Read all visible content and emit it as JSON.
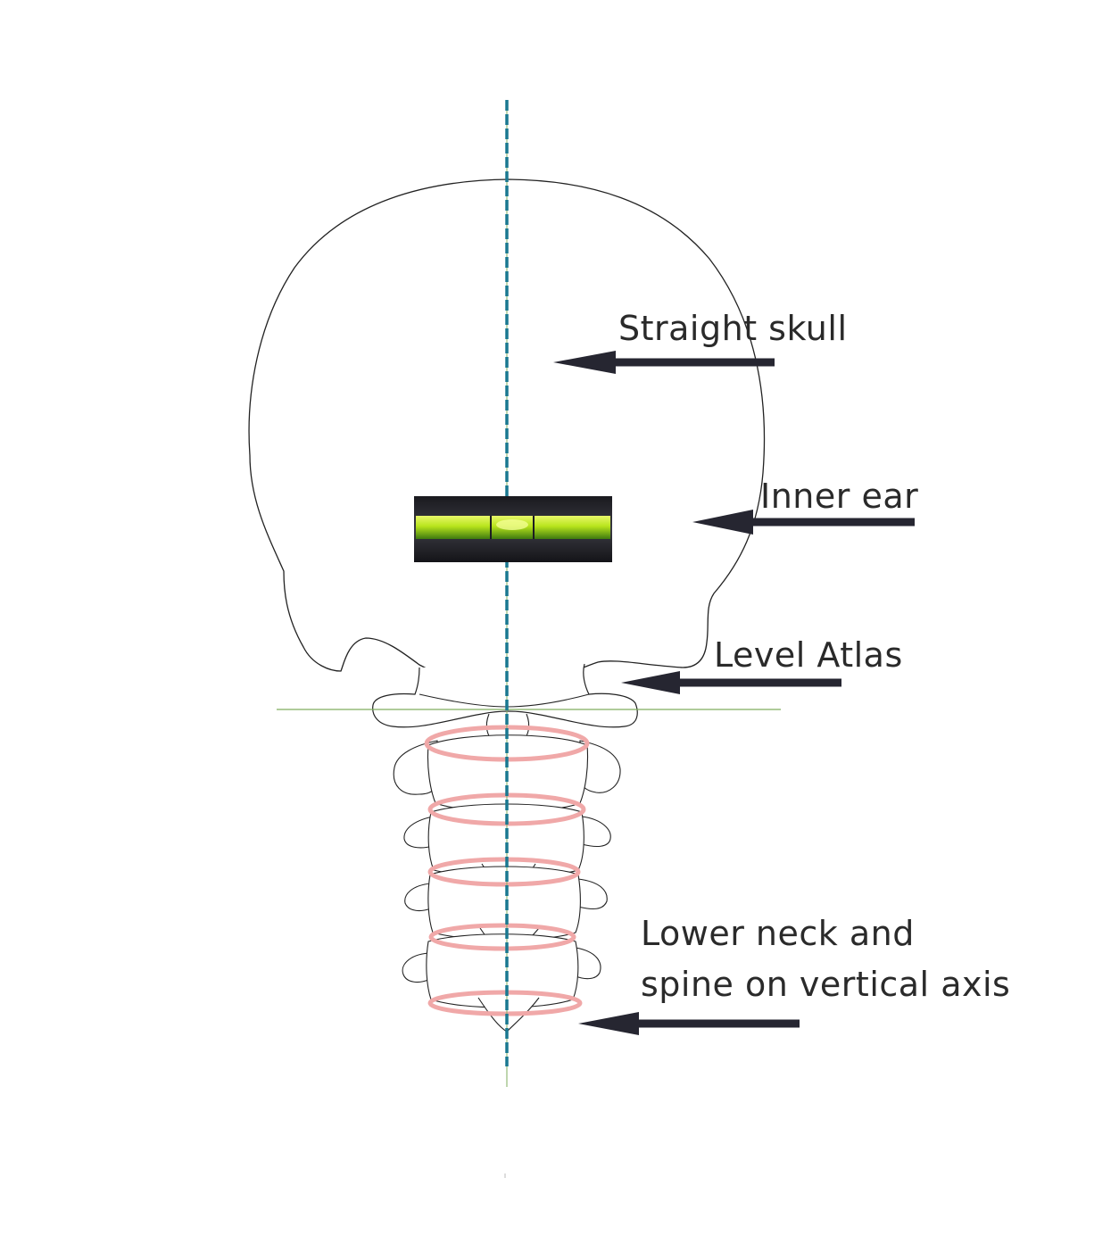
{
  "labels": {
    "straight_skull": "Straight skull",
    "inner_ear": "Inner ear",
    "level_atlas": "Level Atlas",
    "lower_neck_line1": "Lower neck and",
    "lower_neck_line2": "spine on vertical axis"
  },
  "colors": {
    "outline": "#222222",
    "axis": "#1a7890",
    "horizontal_line": "#7fae5e",
    "disc": "#f0a8a8",
    "arrow": "#262631",
    "level_body": "#1c1c22",
    "level_liquid": "#b6e21a"
  }
}
